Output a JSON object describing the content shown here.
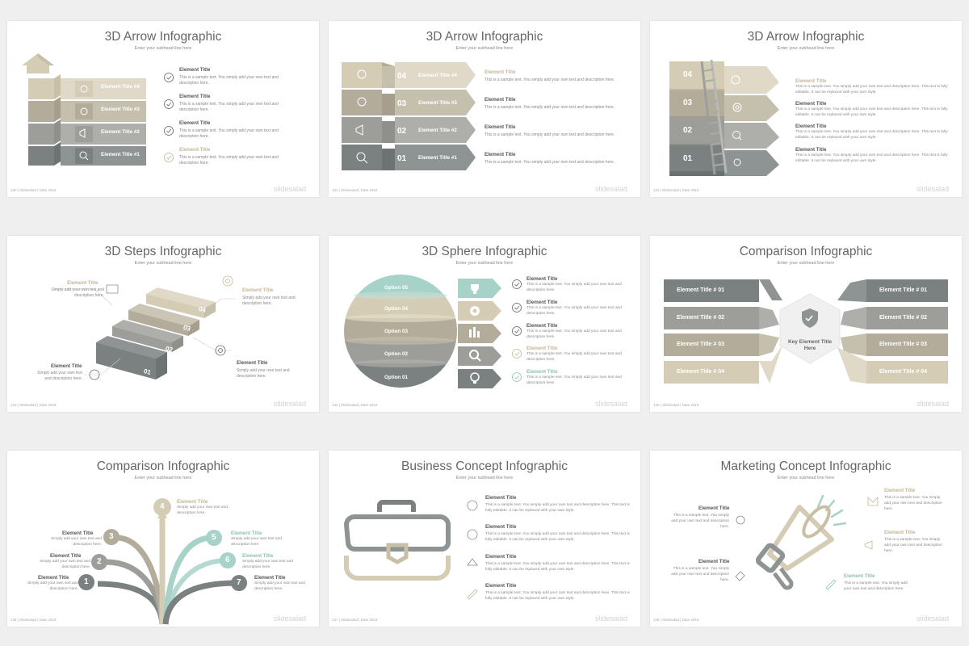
{
  "slides": {
    "s1": {
      "title": "3D Arrow Infographic",
      "subhead": "Enter your subhead line here",
      "footer": "130  |  Slidesalad | Date 2019",
      "brand": "slidesalad",
      "tabs": [
        "Element Title #4",
        "Element Title #3",
        "Element Title #2",
        "Element Title #1"
      ],
      "items": [
        {
          "title": "Element Title",
          "body": "This is a sample text. You simply add your own text and description here."
        },
        {
          "title": "Element Title",
          "body": "This is a sample text. You simply add your own text and description here."
        },
        {
          "title": "Element Title",
          "body": "This is a sample text. You simply add your own text and description here."
        },
        {
          "title": "Element Title",
          "body": "This is a sample text. You simply add your own text and description here."
        }
      ]
    },
    "s2": {
      "title": "3D Arrow Infographic",
      "subhead": "Enter your subhead line here",
      "footer": "131  |  Slidesalad | Date 2019",
      "brand": "slidesalad",
      "numbers": [
        "04",
        "03",
        "02",
        "01"
      ],
      "tabs": [
        "Element Title #4",
        "Element Title #3",
        "Element Title #2",
        "Element Title #1"
      ],
      "items": [
        {
          "title": "Element Title",
          "body": "This is a sample text. You simply add your own text and description here."
        },
        {
          "title": "Element Title",
          "body": "This is a sample text. You simply add your own text and description here."
        },
        {
          "title": "Element Title",
          "body": "This is a sample text. You simply add your own text and description here."
        },
        {
          "title": "Element Title",
          "body": "This is a sample text. You simply add your own text and description here."
        }
      ]
    },
    "s3": {
      "title": "3D Arrow Infographic",
      "subhead": "Enter your subhead line here",
      "footer": "132  |  Slidesalad | Date 2019",
      "brand": "slidesalad",
      "numbers": [
        "04",
        "03",
        "02",
        "01"
      ],
      "items": [
        {
          "title": "Element Title",
          "body": "This is a sample text. You simply add your own text and description here. This text is fully editable. It can be replaced with your own style."
        },
        {
          "title": "Element Title",
          "body": "This is a sample text. You simply add your own text and description here. This text is fully editable. It can be replaced with your own style."
        },
        {
          "title": "Element Title",
          "body": "This is a sample text. You simply add your own text and description here. This text is fully editable. It can be replaced with your own style."
        },
        {
          "title": "Element Title",
          "body": "This is a sample text. You simply add your own text and description here. This text is fully editable. It can be replaced with your own style."
        }
      ]
    },
    "s4": {
      "title": "3D Steps Infographic",
      "subhead": "Enter your subhead line here",
      "footer": "133  |  Slidesalad | Date 2019",
      "brand": "slidesalad",
      "steps": [
        "01",
        "02",
        "03",
        "04"
      ],
      "items": [
        {
          "title": "Element Title",
          "body": "Simply add your own text and description here."
        },
        {
          "title": "Element Title",
          "body": "Simply add your own text and description here."
        },
        {
          "title": "Element Title",
          "body": "Simply add your own text and description here."
        },
        {
          "title": "Element Title",
          "body": "Simply add your own text and description here."
        }
      ]
    },
    "s5": {
      "title": "3D Sphere Infographic",
      "subhead": "Enter your subhead line here",
      "footer": "134  |  Slidesalad | Date 2019",
      "brand": "slidesalad",
      "options": [
        "Option 05",
        "Option 04",
        "Option 03",
        "Option 02",
        "Option 01"
      ],
      "items": [
        {
          "title": "Element Title",
          "body": "This is a sample text. You simply add your own text and description here."
        },
        {
          "title": "Element Title",
          "body": "This is a sample text. You simply add your own text and description here."
        },
        {
          "title": "Element Title",
          "body": "This is a sample text. You simply add your own text and description here."
        },
        {
          "title": "Element Title",
          "body": "This is a sample text. You simply add your own text and description here."
        },
        {
          "title": "Element Title",
          "body": "This is a sample text. You simply add your own text and description here."
        }
      ]
    },
    "s6": {
      "title": "Comparison Infographic",
      "subhead": "Enter your subhead line here",
      "footer": "135  |  Slidesalad | Date 2019",
      "brand": "slidesalad",
      "left": [
        "Element Title # 01",
        "Element Title # 02",
        "Element Title # 03",
        "Element Title # 04"
      ],
      "right": [
        "Element Title # 01",
        "Element Title # 02",
        "Element Title # 03",
        "Element Title # 04"
      ],
      "center": "Key Element Title Here"
    },
    "s7": {
      "title": "Comparison Infographic",
      "subhead": "Enter your subhead line here",
      "footer": "136  |  Slidesalad | Date 2019",
      "brand": "slidesalad",
      "nodes": [
        "1",
        "2",
        "3",
        "4",
        "5",
        "6",
        "7"
      ],
      "items": [
        {
          "title": "Element Title",
          "body": "Simply add your own text and description here."
        },
        {
          "title": "Element Title",
          "body": "Simply add your own text and description here."
        },
        {
          "title": "Element Title",
          "body": "Simply add your own text and description here."
        },
        {
          "title": "Element Title",
          "body": "Simply add your own text and description here."
        },
        {
          "title": "Element Title",
          "body": "Simply add your own text and description here."
        },
        {
          "title": "Element Title",
          "body": "Simply add your own text and description here."
        },
        {
          "title": "Element Title",
          "body": "Simply add your own text and description here."
        }
      ]
    },
    "s8": {
      "title": "Business Concept Infographic",
      "subhead": "Enter your subhead line here",
      "footer": "137  |  Slidesalad | Date 2019",
      "brand": "slidesalad",
      "items": [
        {
          "title": "Element Title",
          "body": "This is a sample text. You simply add your own text and description here. This text is fully editable. It can be replaced with your own style."
        },
        {
          "title": "Element Title",
          "body": "This is a sample text. You simply add your own text and description here. This text is fully editable. It can be replaced with your own style."
        },
        {
          "title": "Element Title",
          "body": "This is a sample text. You simply add your own text and description here. This text is fully editable. It can be replaced with your own style."
        },
        {
          "title": "Element Title",
          "body": "This is a sample text. You simply add your own text and description here. This text is fully editable. It can be replaced with your own style."
        }
      ]
    },
    "s9": {
      "title": "Marketing Concept Infographic",
      "subhead": "Enter your subhead line here",
      "footer": "138  |  Slidesalad | Date 2019",
      "brand": "slidesalad",
      "items": [
        {
          "title": "Element Title",
          "body": "This is a sample text. You simply add your own text and description here."
        },
        {
          "title": "Element Title",
          "body": "This is a sample text. You simply add your own text and description here."
        },
        {
          "title": "Element Title",
          "body": "This is a sample text. You simply add your own text and description here."
        },
        {
          "title": "Element Title",
          "body": "This is a sample text. You simply add your own text and description here."
        },
        {
          "title": "Element Title",
          "body": "This is a sample text. You simply add your own text and description here."
        }
      ]
    }
  },
  "colors": {
    "dark": "#7b8080",
    "grey": "#9d9e9a",
    "taupe": "#b3ac9b",
    "tan": "#d5ccb5",
    "teal": "#a7d2c8",
    "page": "#efefef"
  }
}
